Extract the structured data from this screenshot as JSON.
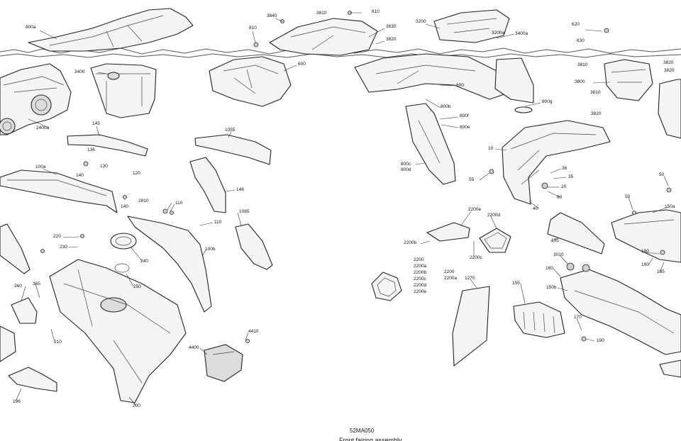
{
  "diagram": {
    "reference_code": "52MA050",
    "cut_caption": "Front fairing assembly",
    "labels": {
      "l_800a": "800a",
      "l_3840": "3840",
      "l_3810_top": "3810",
      "l_810_top": "810",
      "l_810": "810",
      "l_3830": "3830",
      "l_3820_top": "3820",
      "l_3200": "3200",
      "l_3200a": "3200a",
      "l_3400a": "3400a",
      "l_620": "620",
      "l_630": "630",
      "l_3810_right": "3810",
      "l_3820_right": "3820",
      "l_3820_right2": "3820",
      "l_3400": "3400",
      "l_600": "600",
      "l_800": "800",
      "l_800b": "800b",
      "l_800f": "800f",
      "l_800e": "800e",
      "l_800g": "800g",
      "l_3800": "3800",
      "l_3810_mid": "3810",
      "l_3820_mid": "3820",
      "l_2400a": "2400a",
      "l_145": "145",
      "l_1055": "1055",
      "l_136": "136",
      "l_130": "130",
      "l_140_a": "140",
      "l_800c": "800c",
      "l_800d": "800d",
      "l_10": "10",
      "l_100a": "100a",
      "l_120": "120",
      "l_146": "146",
      "l_55": "55",
      "l_36": "36",
      "l_35": "35",
      "l_20": "20",
      "l_60": "60",
      "l_50_a": "50",
      "l_50_b": "50",
      "l_150a": "150a",
      "l_40": "40",
      "l_140_b": "140",
      "l_2810": "2810",
      "l_110_a": "110",
      "l_110_b": "110",
      "l_1085": "1085",
      "l_100b": "100b",
      "l_2200e_top": "2200e",
      "l_2200d_top": "2200d",
      "l_2200b": "2200b",
      "l_2200c": "2200c",
      "l_195": "195",
      "l_220": "220",
      "l_230": "230",
      "l_240": "240",
      "l_250": "250",
      "l_3010": "3010",
      "l_180": "180",
      "l_160": "160",
      "l_190_a": "190",
      "l_185": "185",
      "l_150b": "150b",
      "l_1270": "1270",
      "l_155": "155",
      "l_360": "360",
      "l_365": "365",
      "l_170": "170",
      "l_190_b": "190",
      "l_210": "210",
      "l_4410": "4410",
      "l_4400": "4400",
      "l_196": "196",
      "l_200": "200"
    },
    "stack_left": [
      "2200",
      "2200a",
      "2200b",
      "2200c",
      "2200d",
      "2200e"
    ],
    "stack_right": [
      "2200",
      "2200a"
    ]
  }
}
